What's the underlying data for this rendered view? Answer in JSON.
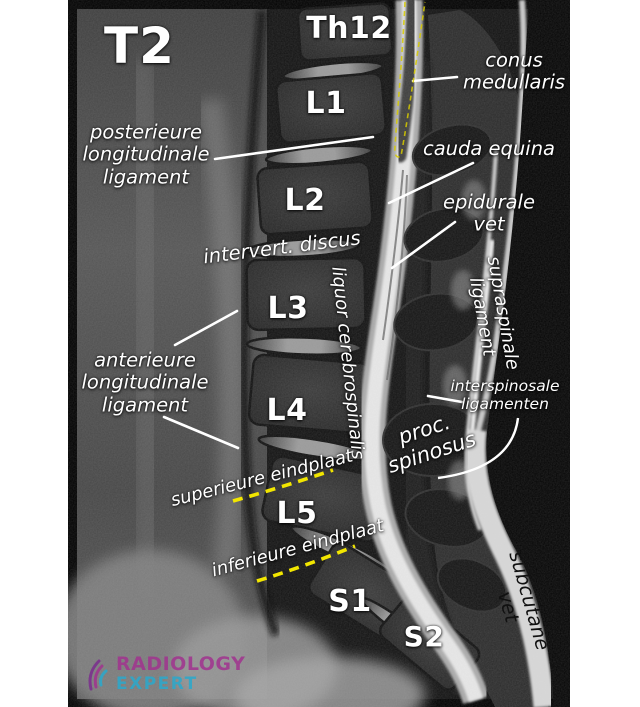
{
  "modality": "T2",
  "vertebrae": [
    "Th12",
    "L1",
    "L2",
    "L3",
    "L4",
    "L5",
    "S1",
    "S2"
  ],
  "annotations": {
    "conus_medullaris": "conus\nmedullaris",
    "posterior_longitudinal_ligament": "posterieure\nlongitudinale\nligament",
    "cauda_equina": "cauda equina",
    "epidural_fat": "epidurale\nvet",
    "intervertebral_disc": "intervert. discus",
    "cerebrospinal_fluid": "liquor cerebrospinalis",
    "supraspinous_ligament": "supraspinale\nligament",
    "anterior_longitudinal_ligament": "anterieure\nlongitudinale\nligament",
    "interspinous_ligaments": "interspinosale\nligamenten",
    "spinous_process": "proc.\nspinosus",
    "superior_endplate": "superieure eindplaat",
    "inferior_endplate": "inferieure eindplaat",
    "subcutaneous_fat": "subcutane vet"
  },
  "logo": {
    "brand_top": "RADIOLOGY",
    "brand_bottom": "EXPERT"
  },
  "colors": {
    "annotation_text": "#ffffff",
    "dark_annotation_text": "#111111",
    "leader_line_white": "#ffffff",
    "dashed_endplate_yellow": "#f2e600",
    "dashed_conus_yellow": "#d6ca00",
    "logo_magenta": "#a1338f",
    "logo_cyan": "#2aa9cd"
  }
}
